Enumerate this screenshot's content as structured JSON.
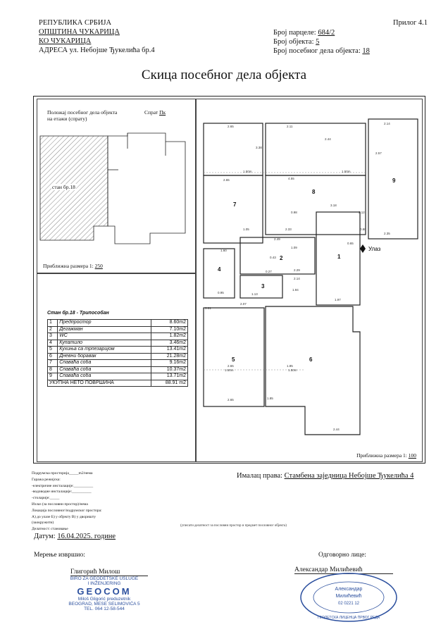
{
  "header": {
    "lines": [
      "РЕПУБЛИКА СРБИЈА",
      "ОПШТИНА ЧУКАРИЦА",
      "КО ЧУКАРИЦА",
      "АДРЕСА ул. Небојше Ђукелића бр.4"
    ],
    "prilog": "Прилог 4.1",
    "parcel_label": "Број парцеле:",
    "parcel_value": "684/2",
    "object_label": "Број објекта:",
    "object_value": "5",
    "unit_label": "Број посебног дела објекта:",
    "unit_value": "18"
  },
  "title": "Скица посебног дела објекта",
  "position_panel": {
    "line1": "Положај посебног дела објекта",
    "line2": "на етажи (спрату)",
    "floor_label": "Спрат",
    "floor_value": "Пк",
    "apartment_label": "стан бр.18",
    "scale_label": "Приближна размера 1:",
    "scale_value": "250"
  },
  "legend": {
    "title": "Стан бр.18 - Трипособан",
    "rows": [
      {
        "n": "1",
        "name": "Предпростор",
        "area": "8.60m2"
      },
      {
        "n": "2",
        "name": "Дегажман",
        "area": "7.10m2"
      },
      {
        "n": "3",
        "name": "WC",
        "area": "1.82m2"
      },
      {
        "n": "4",
        "name": "Купатило",
        "area": "3.46m2"
      },
      {
        "n": "5",
        "name": "Кухиња са трпезаријом",
        "area": "13.41m2"
      },
      {
        "n": "6",
        "name": "Дневни боравак",
        "area": "21.28m2"
      },
      {
        "n": "7",
        "name": "Спаваћа соба",
        "area": "9.16m2"
      },
      {
        "n": "8",
        "name": "Спаваћа соба",
        "area": "10.37m2"
      },
      {
        "n": "9",
        "name": "Спаваћа соба",
        "area": "13.71m2"
      }
    ],
    "total_label": "УКУПНА НЕТО ПОВРШИНА",
    "total_area": "88.91 m2"
  },
  "plan": {
    "scale_label": "Приближна размера 1:",
    "scale_value": "100",
    "entrance": "Улаз",
    "rooms": [
      "1",
      "2",
      "3",
      "4",
      "5",
      "6",
      "7",
      "8",
      "9"
    ],
    "dims": [
      "2.65",
      "2.11",
      "2.44",
      "2.14",
      "3.38",
      "2.57",
      "1.50m",
      "1.50m",
      "4.55",
      "2.65",
      "3.18",
      "2.12",
      "2.33",
      "1.05",
      "2.49",
      "1.60",
      "1.09",
      "2.29",
      "2.14",
      "1.94",
      "2.07",
      "1.97",
      "0.65",
      "0.80",
      "2.35",
      "3.01",
      "2.65",
      "1.85",
      "1.85",
      "2.65",
      "2.44",
      "1.50m",
      "1.50m",
      "0.98",
      "0.43",
      "0.27",
      "1.13",
      "0.95"
    ]
  },
  "notes": {
    "lines": [
      "Подрумска просторија_____m2/нема",
      "Гаража режијска:",
      "-електричне инсталације:__________",
      "-водоводне инсталације:__________",
      "-столарије:_____",
      "Излаз (за пословни простор)/нема",
      "Локација пословног/подрумског простора:",
      "А) до улазе   Б) у објекту   В) у дворишту",
      "(заокружити)",
      "Делатност: становање"
    ]
  },
  "owner": {
    "label": "Ималац права:",
    "value": "Стамбена заједница Небојше Ђукелића 4"
  },
  "fine_print": "(уписати делатност за пословни простор и предмет пословног објекта)",
  "date": {
    "label": "Датум:",
    "value": "16.04.2025. године"
  },
  "surveyor": {
    "label": "Мерење извршио:",
    "name": "Глигорић Милош",
    "stamp": [
      "BIRO ZA GEODETSKE USLUGE",
      "I INŽENJERING",
      "GEOCOM",
      "Miloš Gligorić preduzetnik",
      "BEOGRAD, MESE SELIMOVIĆA 5",
      "TEL. 064 12-58-544"
    ]
  },
  "responsible": {
    "label": "Одговорно лице:",
    "name": "Александар Милићевић",
    "stamp": [
      "Александар",
      "Милићевић",
      "02 0221 12",
      "ГЕОДЕТСКА ЛИЦЕНЦА ПРВОГ РЕДА"
    ]
  },
  "colors": {
    "ink": "#111111",
    "stamp_blue": "#2b4f9e",
    "hatch": "#333333"
  }
}
